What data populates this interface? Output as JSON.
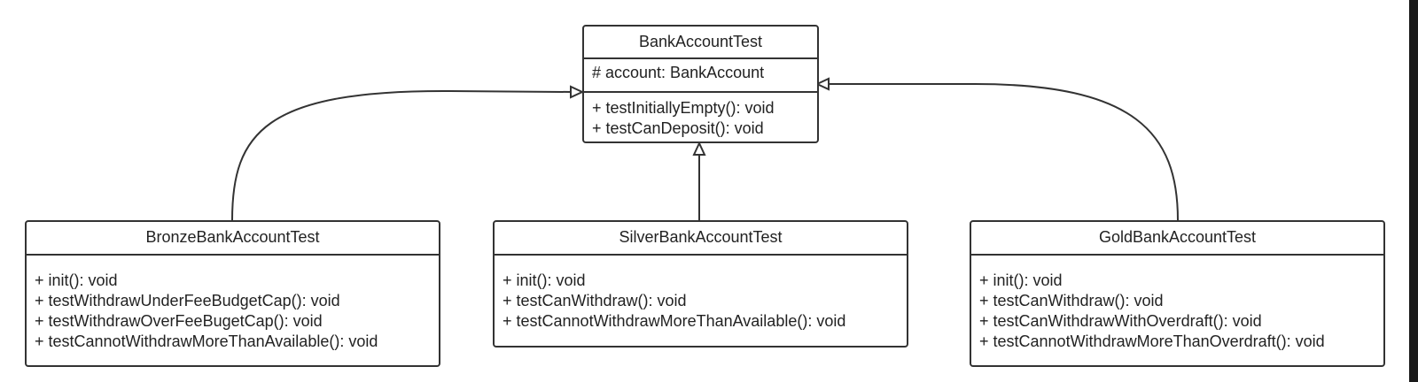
{
  "diagram": {
    "relation": "generalization",
    "colors": {
      "stroke": "#333333",
      "text": "#222222",
      "background": "#ffffff",
      "edge_bar": "#1a1a1a"
    },
    "parent": {
      "name": "BankAccountTest",
      "attributes": [
        "# account: BankAccount"
      ],
      "methods": [
        "+ testInitiallyEmpty(): void",
        "+ testCanDeposit(): void"
      ]
    },
    "children": [
      {
        "name": "BronzeBankAccountTest",
        "methods": [
          "+ init(): void",
          "+ testWithdrawUnderFeeBudgetCap(): void",
          "+ testWithdrawOverFeeBugetCap(): void",
          "+ testCannotWithdrawMoreThanAvailable(): void"
        ]
      },
      {
        "name": "SilverBankAccountTest",
        "methods": [
          "+ init(): void",
          "+ testCanWithdraw(): void",
          "+ testCannotWithdrawMoreThanAvailable(): void"
        ]
      },
      {
        "name": "GoldBankAccountTest",
        "methods": [
          "+ init(): void",
          "+ testCanWithdraw(): void",
          "+ testCanWithdrawWithOverdraft(): void",
          "+ testCannotWithdrawMoreThanOverdraft(): void"
        ]
      }
    ]
  }
}
